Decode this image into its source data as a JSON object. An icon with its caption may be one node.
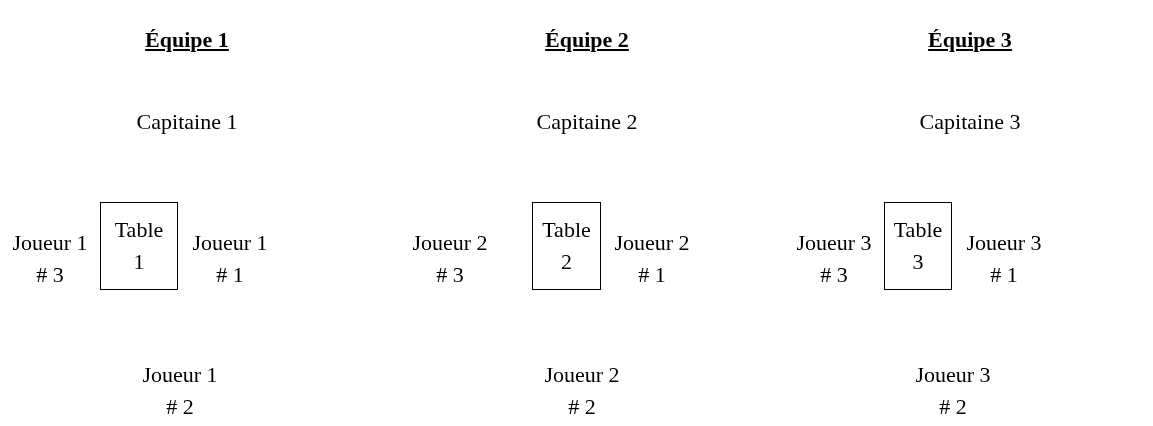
{
  "diagram": {
    "nodes": [
      {
        "text": [
          "Table 1"
        ]
      },
      {
        "text": [
          "Table 2"
        ]
      },
      {
        "text": [
          "Table 3"
        ]
      }
    ],
    "labels": [
      "Équipe 1",
      "Équipe 2",
      "Équipe 3",
      "Capitaine 1",
      "Capitaine 2",
      "Capitaine 3",
      "Joueur 1 # 3",
      "Joueur 1 # 1",
      "Joueur 2 # 3",
      "Joueur 2 # 1",
      "Joueur 3 # 3",
      "Joueur 3 # 1",
      "Joueur 1 # 2",
      "Joueur 2 # 2",
      "Joueur 3 # 2"
    ]
  }
}
